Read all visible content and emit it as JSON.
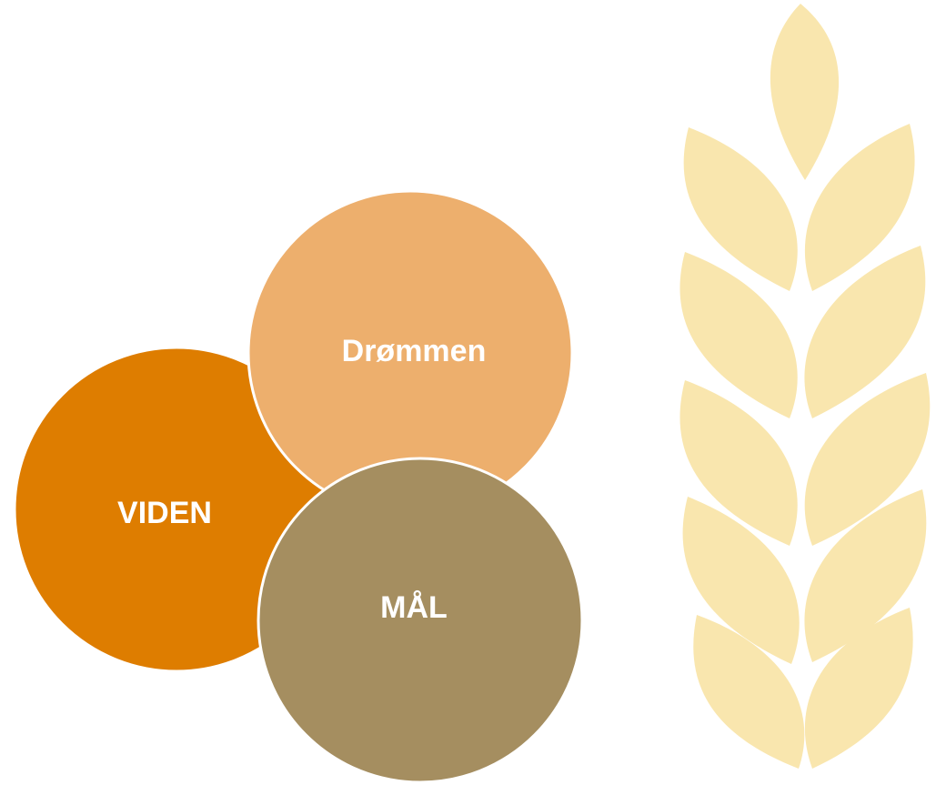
{
  "circles": {
    "viden": {
      "label": "VIDEN",
      "color": "#DE7D00"
    },
    "drommen": {
      "label": "Drømmen",
      "color": "#EDAF6D"
    },
    "maal": {
      "label": "MÅL",
      "color": "#A58E60"
    }
  },
  "label_color": "#FFFFFF",
  "wheat": {
    "icon": "wheat-icon",
    "color": "#F9E6AE"
  }
}
